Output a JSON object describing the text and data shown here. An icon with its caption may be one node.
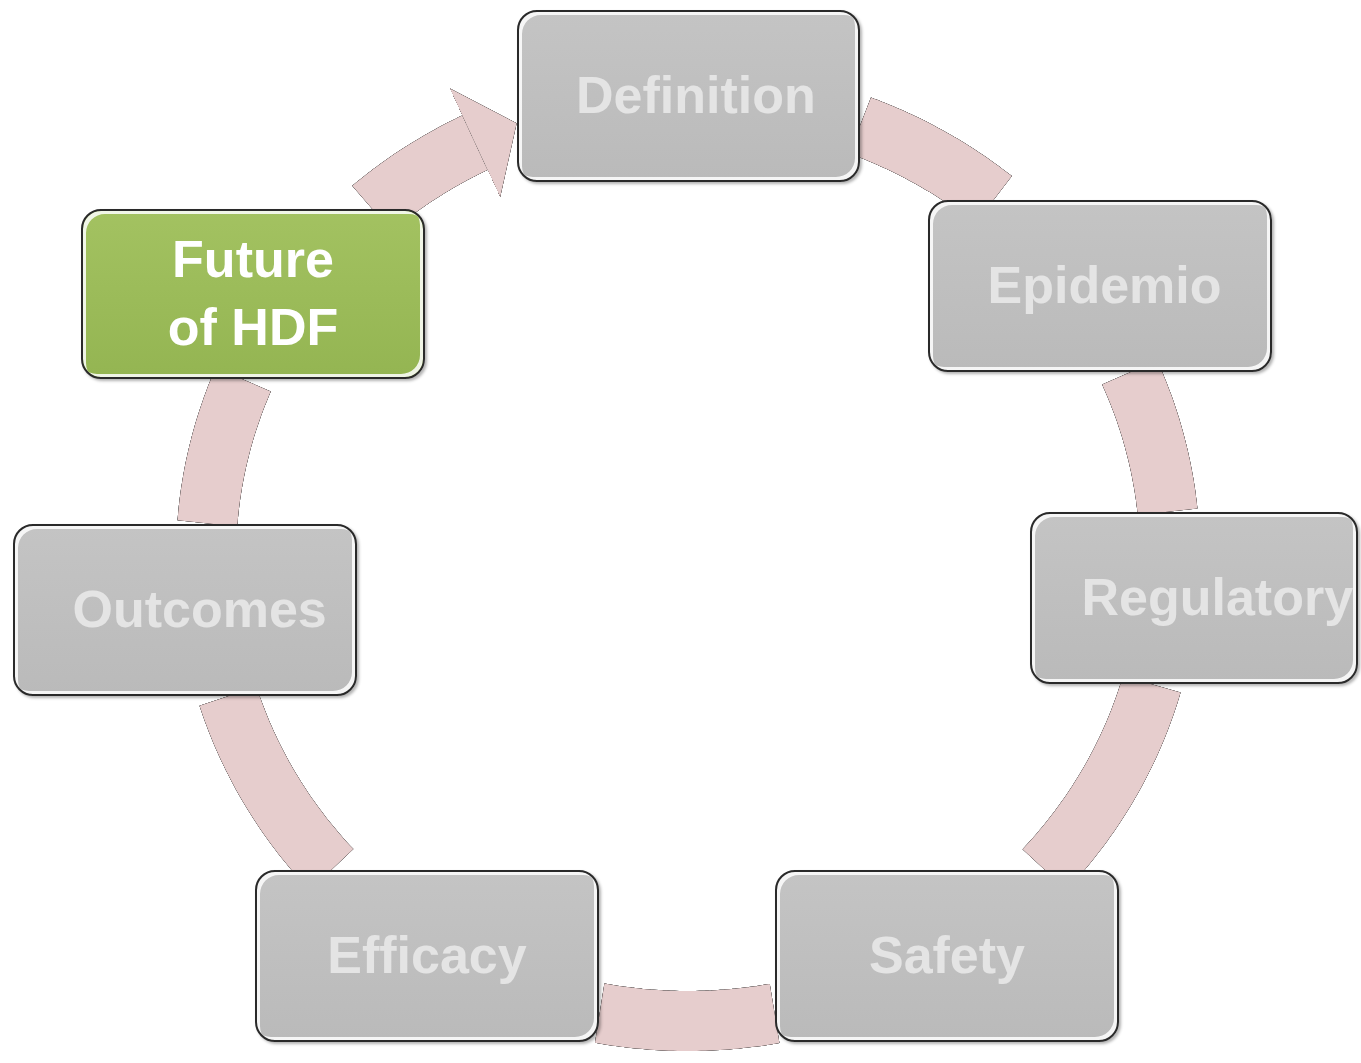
{
  "diagram": {
    "nodes": [
      {
        "text": [
          "Definition"
        ]
      },
      {
        "text": [
          "Epidemio"
        ]
      },
      {
        "text": [
          "Regulatory"
        ]
      },
      {
        "text": [
          "Safety"
        ]
      },
      {
        "text": [
          "Efficacy"
        ]
      },
      {
        "text": [
          "Outcomes"
        ]
      },
      {
        "text": [
          "Future of HDF"
        ]
      }
    ],
    "edges": [
      {
        "from": 0,
        "to": 1,
        "arrow": "none"
      },
      {
        "from": 1,
        "to": 2,
        "arrow": "none"
      },
      {
        "from": 2,
        "to": 3,
        "arrow": "none"
      },
      {
        "from": 3,
        "to": 4,
        "arrow": "none"
      },
      {
        "from": 4,
        "to": 5,
        "arrow": "none"
      },
      {
        "from": 5,
        "to": 6,
        "arrow": "none"
      },
      {
        "from": 6,
        "to": 0,
        "arrow": "to"
      }
    ]
  }
}
